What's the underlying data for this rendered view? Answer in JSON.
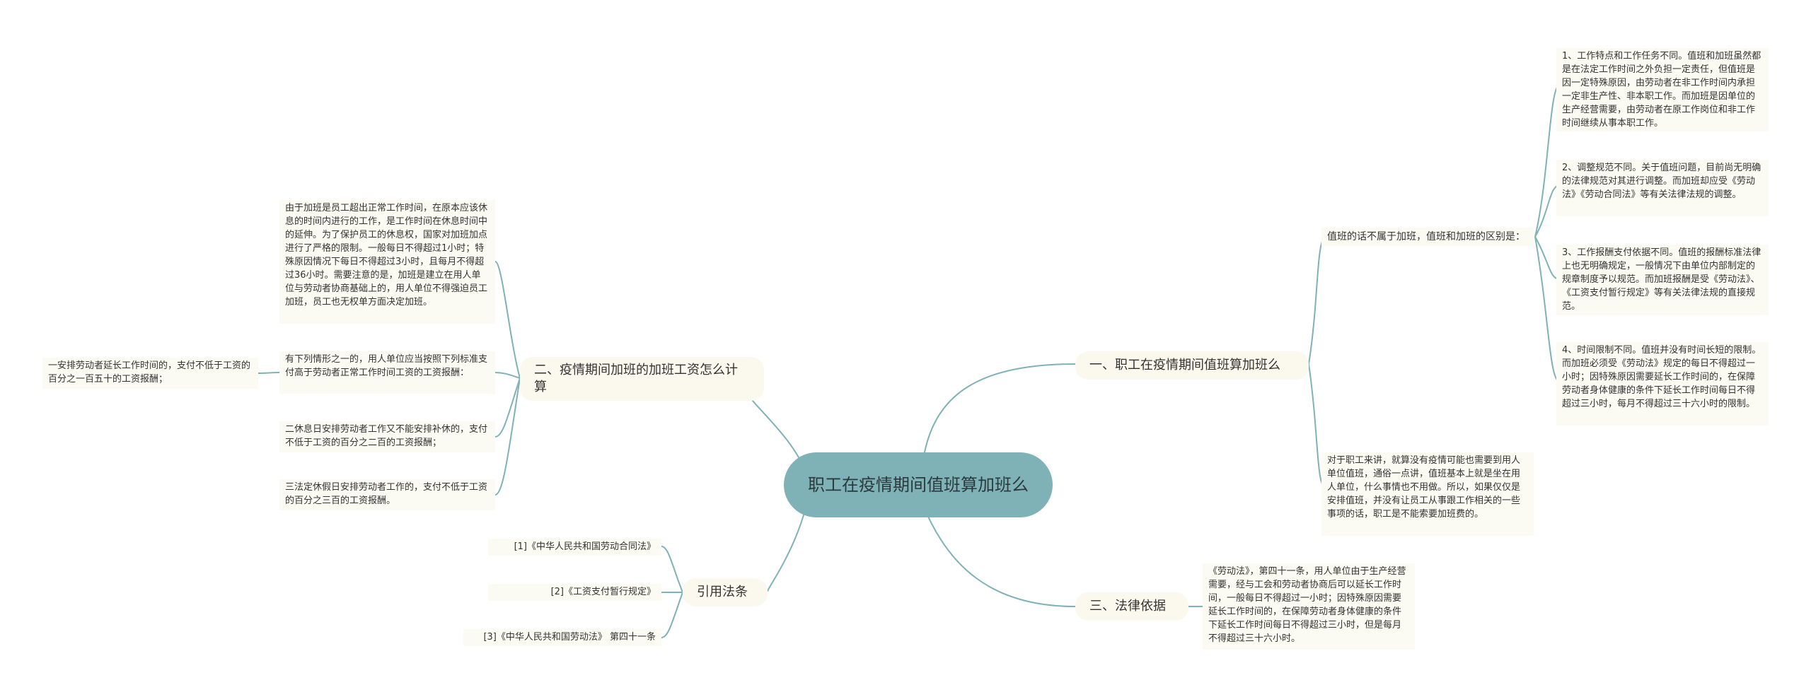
{
  "center": {
    "title": "职工在疫情期间值班算加班么"
  },
  "branches": {
    "b1": {
      "label": "一、职工在疫情期间值班算加班么",
      "sub": {
        "label": "值班的话不属于加班，值班和加班的区别是：",
        "items": [
          "1、工作特点和工作任务不同。值班和加班虽然都是在法定工作时间之外负担一定责任，但值班是因一定特殊原因，由劳动者在非工作时间内承担一定非生产性、非本职工作。而加班是因单位的生产经营需要，由劳动者在原工作岗位和非工作时间继续从事本职工作。",
          "2、调整规范不同。关于值班问题，目前尚无明确的法律规范对其进行调整。而加班却应受《劳动法》《劳动合同法》等有关法律法规的调整。",
          "3、工作报酬支付依据不同。值班的报酬标准法律上也无明确规定，一般情况下由单位内部制定的规章制度予以规范。而加班报酬是受《劳动法》、《工资支付暂行规定》等有关法律法规的直接规范。",
          "4、时间限制不同。值班并没有时间长短的限制。而加班必须受《劳动法》规定的每日不得超过一小时；因特殊原因需要延长工作时间的，在保障劳动者身体健康的条件下延长工作时间每日不得超过三小时，每月不得超过三十六小时的限制。"
        ]
      },
      "note": "对于职工来讲，就算没有疫情可能也需要到用人单位值班，通俗一点讲，值班基本上就是坐在用人单位，什么事情也不用做。所以，如果仅仅是安排值班，并没有让员工从事跟工作相关的一些事项的话，职工是不能索要加班费的。"
    },
    "b2": {
      "label": "二、疫情期间加班的加班工资怎么计算",
      "items": [
        "由于加班是员工超出正常工作时间，在原本应该休息的时间内进行的工作，是工作时间在休息时间中的延伸。为了保护员工的休息权，国家对加班加点进行了严格的限制。一般每日不得超过1小时；特殊原因情况下每日不得超过3小时，且每月不得超过36小时。需要注意的是，加班是建立在用人单位与劳动者协商基础上的，用人单位不得强迫员工加班，员工也无权单方面决定加班。",
        "有下列情形之一的，用人单位应当按照下列标准支付高于劳动者正常工作时间工资的工资报酬：",
        "二休息日安排劳动者工作又不能安排补休的，支付不低于工资的百分之二百的工资报酬；",
        "三法定休假日安排劳动者工作的，支付不低于工资的百分之三百的工资报酬。"
      ],
      "subitem": "一安排劳动者延长工作时间的，支付不低于工资的百分之一百五十的工资报酬；"
    },
    "b3": {
      "label": "三、法律依据",
      "item": "《劳动法》，第四十一条，用人单位由于生产经营需要，经与工会和劳动者协商后可以延长工作时间，一般每日不得超过一小时；因特殊原因需要延长工作时间的，在保障劳动者身体健康的条件下延长工作时间每日不得超过三小时，但是每月不得超过三十六小时。"
    },
    "b4": {
      "label": "引用法条",
      "items": [
        "[1]《中华人民共和国劳动合同法》",
        "[2]《工资支付暂行规定》",
        "[3]《中华人民共和国劳动法》 第四十一条"
      ]
    }
  },
  "colors": {
    "center": "#7fb2b6",
    "line": "#7fb2b6",
    "branch_bg": "#fbf9ee",
    "leaf_bg": "#fcfbf3"
  }
}
